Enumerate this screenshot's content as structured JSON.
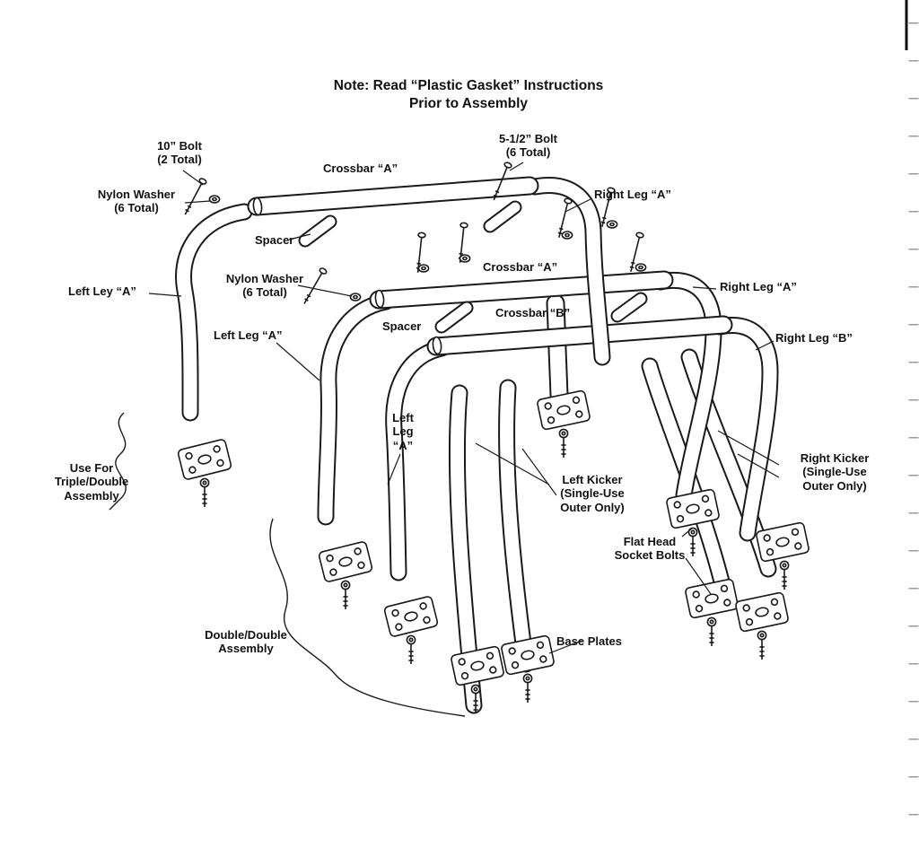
{
  "note": "Note: Read “Plastic Gasket” Instructions\nPrior to Assembly",
  "labels": {
    "bolt10": "10” Bolt\n(2 Total)",
    "crossbarATop": "Crossbar “A”",
    "bolt55": "5-1/2” Bolt\n(6 Total)",
    "nylonWasherTop": "Nylon Washer\n(6 Total)",
    "rightLegATop": "Right Leg “A”",
    "spacerTop": "Spacer",
    "nylonWasherMid": "Nylon Washer\n(6 Total)",
    "crossbarAMid": "Crossbar “A”",
    "rightLegAMid": "Right Leg “A”",
    "leftLeyA": "Left Ley “A”",
    "crossbarB": "Crossbar “B”",
    "leftLegAMid": "Left Leg “A”",
    "spacerMid": "Spacer",
    "rightLegB": "Right Leg “B”",
    "leftLegASmall": "Left\nLeg\n“A”",
    "useForTriple": "Use For\nTriple/Double\nAssembly",
    "leftKicker": "Left Kicker\n(Single-Use\nOuter Only)",
    "rightKicker": "Right Kicker\n(Single-Use\nOuter Only)",
    "flatHead": "Flat Head\nSocket Bolts",
    "doubleDouble": "Double/Double\nAssembly",
    "basePlates": "Base Plates"
  },
  "colors": {
    "ink": "#1a1a1a",
    "paper": "#ffffff"
  }
}
